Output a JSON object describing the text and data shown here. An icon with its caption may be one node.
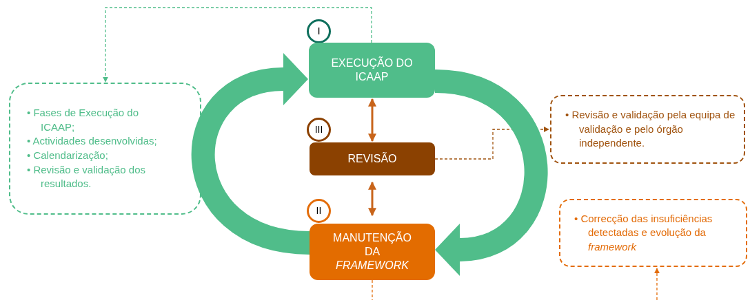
{
  "diagram": {
    "nodes": [
      {
        "text": [
          "I"
        ]
      },
      {
        "text": [
          "EXECUÇÃO DO ICAAP"
        ]
      },
      {
        "text": [
          "III"
        ]
      },
      {
        "text": [
          "REVISÃO"
        ]
      },
      {
        "text": [
          "II"
        ]
      },
      {
        "text": [
          "MANUTENÇÃO DA *FRAMEWORK*"
        ]
      },
      {
        "text": [
          "• Fases de Execução do ICAAP;",
          "• Actividades desenvolvidas;",
          "• Calendarização;",
          "• Revisão e validação dos resultados."
        ]
      },
      {
        "text": [
          "• Revisão e validação pela equipa de validação e pelo órgão independente."
        ]
      },
      {
        "text": [
          "• Correcção das insuficiências detectadas e evolução da *framework*"
        ]
      }
    ],
    "edges": [
      {
        "from": 1,
        "to": 6,
        "arrow": "to",
        "style": "dashed",
        "color": "#50bd8a"
      },
      {
        "from": 1,
        "to": 3,
        "arrow": "both",
        "style": "thick",
        "color": "#c8641a"
      },
      {
        "from": 3,
        "to": 5,
        "arrow": "both",
        "style": "thick",
        "color": "#c8641a"
      },
      {
        "from": 3,
        "to": 7,
        "arrow": "to",
        "style": "dashed",
        "color": "#a0530f"
      },
      {
        "from": 5,
        "to": null,
        "arrow": "none",
        "style": "dashed",
        "color": "#e36c09"
      },
      {
        "from": null,
        "to": 8,
        "arrow": "to",
        "style": "dashed",
        "color": "#e36c09"
      },
      {
        "from": 5,
        "to": 1,
        "arrow": "to",
        "style": "thick",
        "color": "#50bd8a"
      },
      {
        "from": 1,
        "to": 5,
        "arrow": "to",
        "style": "thick",
        "color": "#50bd8a"
      }
    ]
  }
}
